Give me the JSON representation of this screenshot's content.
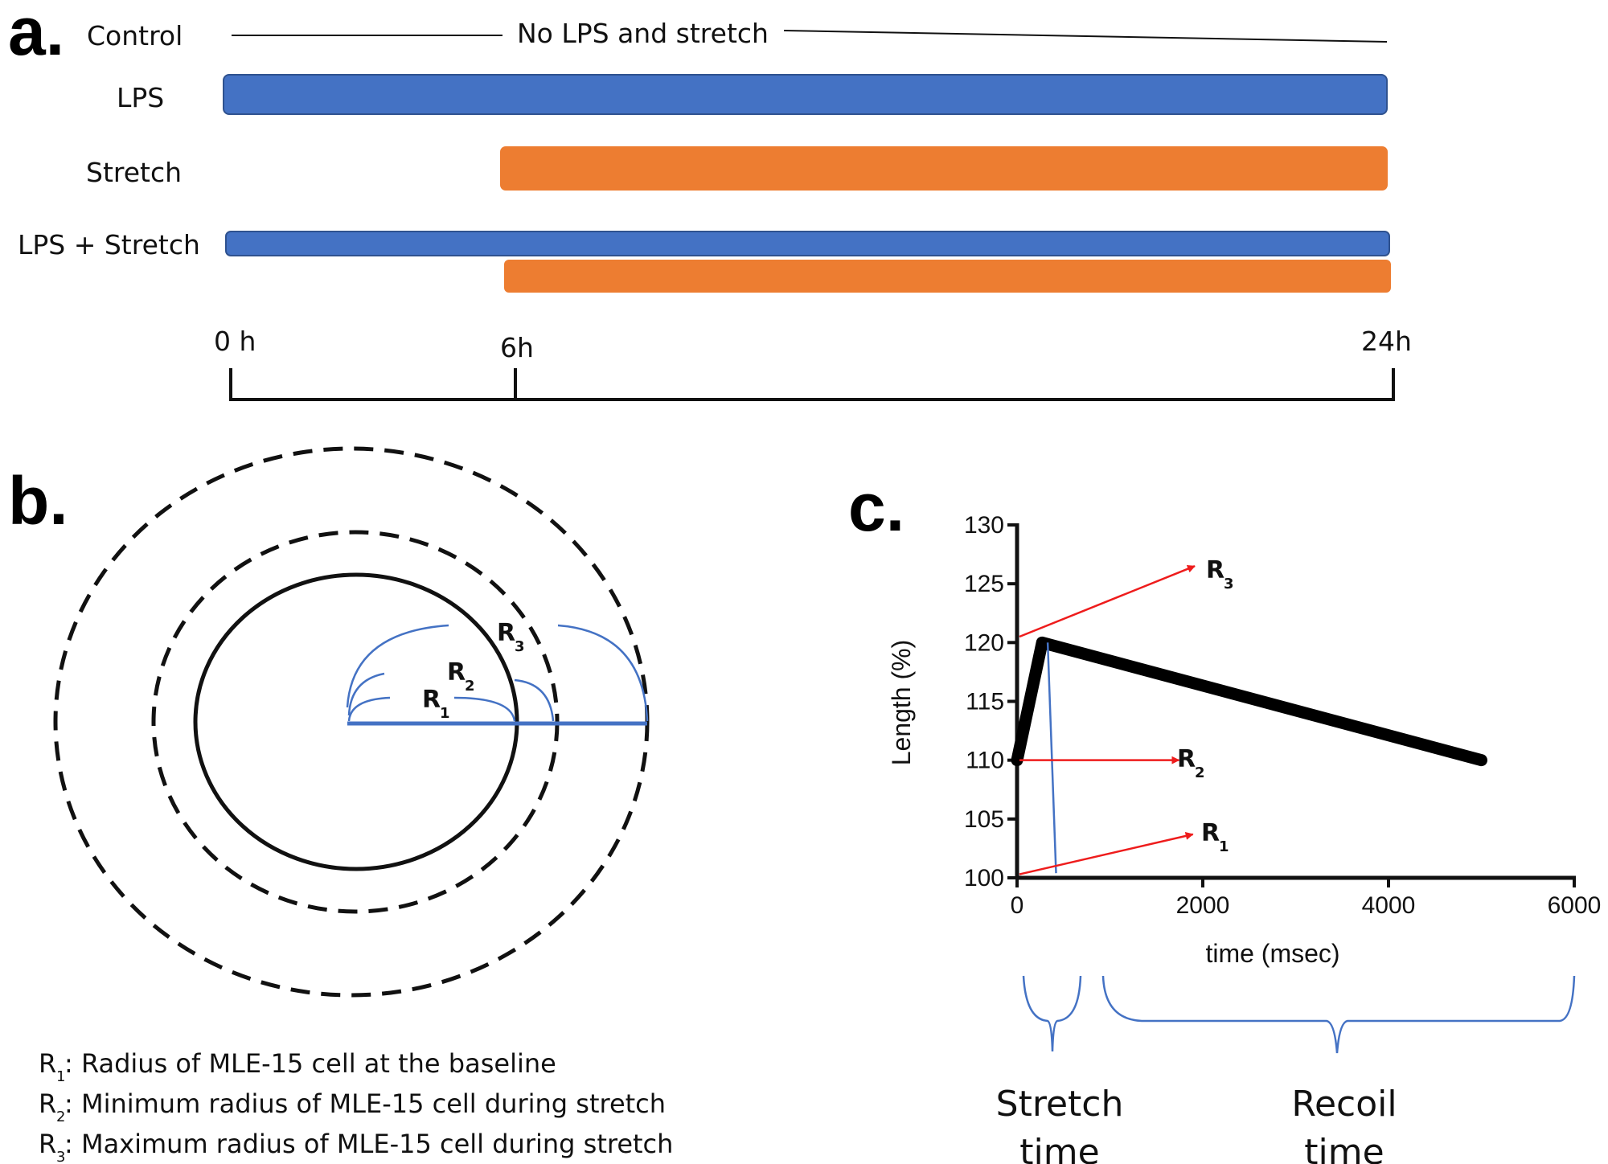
{
  "panel_a": {
    "letter": "a.",
    "rows": {
      "control": "Control",
      "lps": "LPS",
      "stretch": "Stretch",
      "lps_stretch": "LPS + Stretch"
    },
    "control_note": "No LPS and stretch",
    "timeline": {
      "t0": "0 h",
      "t6": "6h",
      "t24": "24h"
    },
    "colors": {
      "lps": "#4472c4",
      "stretch": "#ed7d31"
    }
  },
  "panel_b": {
    "letter": "b.",
    "r_labels": [
      "R",
      "R",
      "R"
    ],
    "r_subs": [
      "1",
      "2",
      "3"
    ],
    "legend": [
      {
        "sym": "R",
        "sub": "1",
        "text": ": Radius of MLE-15 cell at the baseline"
      },
      {
        "sym": "R",
        "sub": "2",
        "text": ": Minimum radius of MLE-15 cell during stretch"
      },
      {
        "sym": "R",
        "sub": "3",
        "text": ": Maximum radius of MLE-15 cell during stretch"
      }
    ],
    "colors": {
      "radius": "#4472c4"
    }
  },
  "panel_c": {
    "letter": "c.",
    "chart_data": {
      "type": "line",
      "xlabel": "time (msec)",
      "ylabel": "Length (%)",
      "xlim": [
        0,
        6000
      ],
      "ylim": [
        100,
        130
      ],
      "x_ticks": [
        "0",
        "2000",
        "4000",
        "6000"
      ],
      "y_ticks": [
        "100",
        "105",
        "110",
        "115",
        "120",
        "125",
        "130"
      ],
      "series": [
        {
          "x": [
            0,
            270,
            5000
          ],
          "y": [
            110,
            120,
            110
          ]
        }
      ],
      "annotations": [
        {
          "sym": "R",
          "sub": "3"
        },
        {
          "sym": "R",
          "sub": "2"
        },
        {
          "sym": "R",
          "sub": "1"
        }
      ]
    },
    "brackets": {
      "stretch": [
        "Stretch",
        "time"
      ],
      "recoil": [
        "Recoil",
        "time"
      ]
    },
    "colors": {
      "arrows": "#ee1c1c",
      "marker": "#4472c4"
    }
  }
}
